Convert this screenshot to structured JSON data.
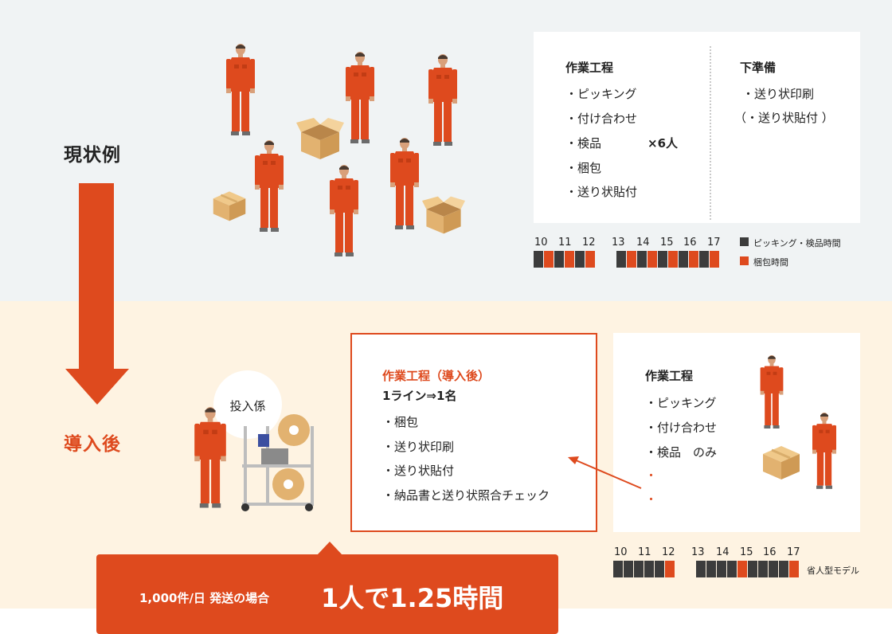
{
  "labels": {
    "current": "現状例",
    "after": "導入後"
  },
  "top_card": {
    "heading_left": "作業工程",
    "items_left": [
      "・ピッキング",
      "・付け合わせ",
      "・検品",
      "・梱包",
      "・送り状貼付"
    ],
    "multiplier": "×6人",
    "heading_right": "下準備",
    "items_right": [
      "・送り状印刷",
      "（・送り状貼付 ）"
    ]
  },
  "top_timeline": {
    "hours": [
      "10",
      "11",
      "12",
      "13",
      "14",
      "15",
      "16",
      "17"
    ],
    "legend": [
      {
        "label": "ピッキング・検品時間",
        "color": "#3c3c3c"
      },
      {
        "label": "梱包時間",
        "color": "#de4a1e"
      }
    ]
  },
  "mid_card": {
    "heading": "作業工程（導入後）",
    "subheading": "1ライン⇒1名",
    "items": [
      "・梱包",
      "・送り状印刷",
      "・送り状貼付",
      "・納品書と送り状照合チェック"
    ]
  },
  "right_card": {
    "heading": "作業工程",
    "items": [
      "・ピッキング",
      "・付け合わせ",
      "・検品　のみ"
    ],
    "bullets": [
      "・",
      "・"
    ]
  },
  "bottom_timeline": {
    "hours": [
      "10",
      "11",
      "12",
      "13",
      "14",
      "15",
      "16",
      "17"
    ],
    "legend": "省人型モデル"
  },
  "bubble": {
    "text": "投入係"
  },
  "banner": {
    "small": "1,000件/日 発送の場合",
    "big": "1人で1.25時間"
  },
  "colors": {
    "accent": "#de4a1e",
    "dark": "#3c3c3c",
    "top_bg": "#f0f3f4",
    "bottom_bg": "#fef3e2"
  }
}
